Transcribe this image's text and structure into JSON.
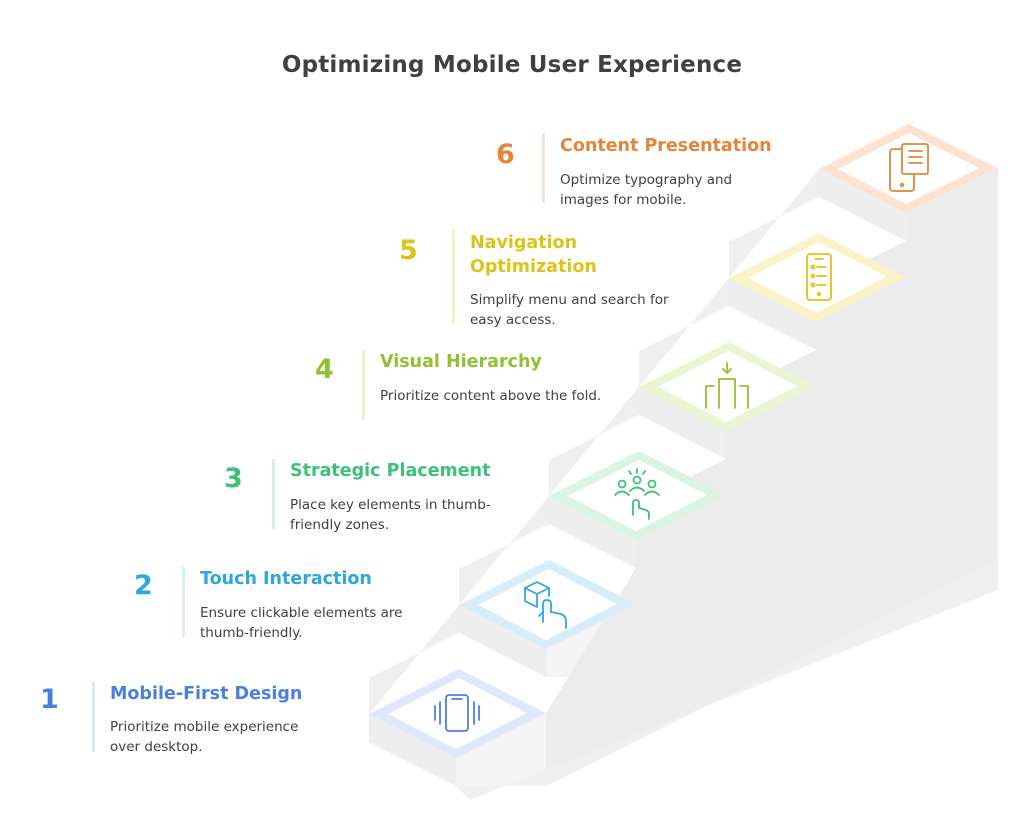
{
  "title": "Optimizing Mobile User Experience",
  "steps": [
    {
      "number": "1",
      "title": "Mobile-First Design",
      "description": "Prioritize mobile experience over desktop.",
      "color": "#4a7fe0",
      "icon": "mobile-vibrate-icon"
    },
    {
      "number": "2",
      "title": "Touch Interaction",
      "description": "Ensure clickable elements are thumb-friendly.",
      "color": "#2ea8dc",
      "icon": "touch-box-icon"
    },
    {
      "number": "3",
      "title": "Strategic Placement",
      "description": "Place key elements in thumb-friendly zones.",
      "color": "#3cc07c",
      "icon": "group-touch-icon"
    },
    {
      "number": "4",
      "title": "Visual Hierarchy",
      "description": "Prioritize content above the fold.",
      "color": "#92c030",
      "icon": "hierarchy-bars-icon"
    },
    {
      "number": "5",
      "title": "Navigation Optimization",
      "description": "Simplify menu and search for easy access.",
      "color": "#dcc31a",
      "icon": "mobile-menu-icon"
    },
    {
      "number": "6",
      "title": "Content Presentation",
      "description": "Optimize typography and images for mobile.",
      "color": "#e3853a",
      "icon": "mobile-document-icon"
    }
  ]
}
